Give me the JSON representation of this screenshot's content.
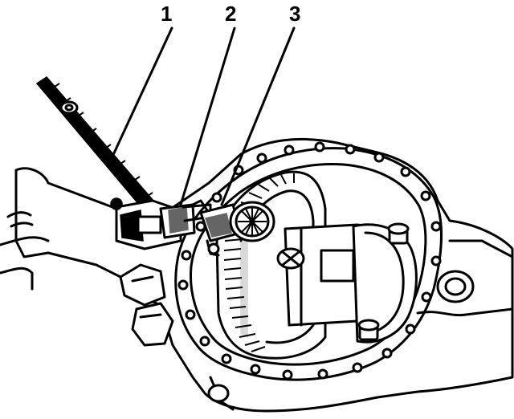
{
  "callouts": [
    {
      "number": "1",
      "part": "dial-indicator-mounting-rod"
    },
    {
      "number": "2",
      "part": "dial-indicator-clamp"
    },
    {
      "number": "3",
      "part": "dial-indicator"
    }
  ],
  "colors": {
    "ink": "#000000",
    "paper": "#ffffff"
  }
}
